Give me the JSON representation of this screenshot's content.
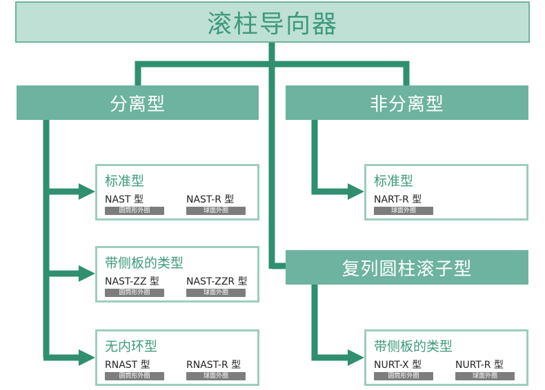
{
  "root": {
    "title": "滚柱导向器"
  },
  "categories": [
    {
      "label": "分离型"
    },
    {
      "label": "非分离型"
    },
    {
      "label": "复列圆柱滚子型"
    }
  ],
  "leaves": [
    {
      "title": "标准型",
      "variants": [
        {
          "name": "NAST 型",
          "tag": "圆筒形外圈"
        },
        {
          "name": "NAST-R 型",
          "tag": "球面外圈"
        }
      ]
    },
    {
      "title": "带侧板的类型",
      "variants": [
        {
          "name": "NAST-ZZ 型",
          "tag": "圆筒形外圈"
        },
        {
          "name": "NAST-ZZR 型",
          "tag": "球面外圈"
        }
      ]
    },
    {
      "title": "无内环型",
      "variants": [
        {
          "name": "RNAST 型",
          "tag": "圆筒形外圈"
        },
        {
          "name": "RNAST-R 型",
          "tag": "球面外圈"
        }
      ]
    },
    {
      "title": "标准型",
      "variants": [
        {
          "name": "NART-R 型",
          "tag": "球面外圈"
        }
      ]
    },
    {
      "title": "带侧板的类型",
      "variants": [
        {
          "name": "NURT-X 型",
          "tag": "圆筒形外圈"
        },
        {
          "name": "NURT-R 型",
          "tag": "球面外圈"
        }
      ]
    }
  ],
  "colors": {
    "connector": "#2f8f6f",
    "category_fill": "#6db39f",
    "root_fill": "#bfe0d5",
    "leaf_border": "#9ccdbd",
    "tag_fill": "#7d7d7d"
  }
}
